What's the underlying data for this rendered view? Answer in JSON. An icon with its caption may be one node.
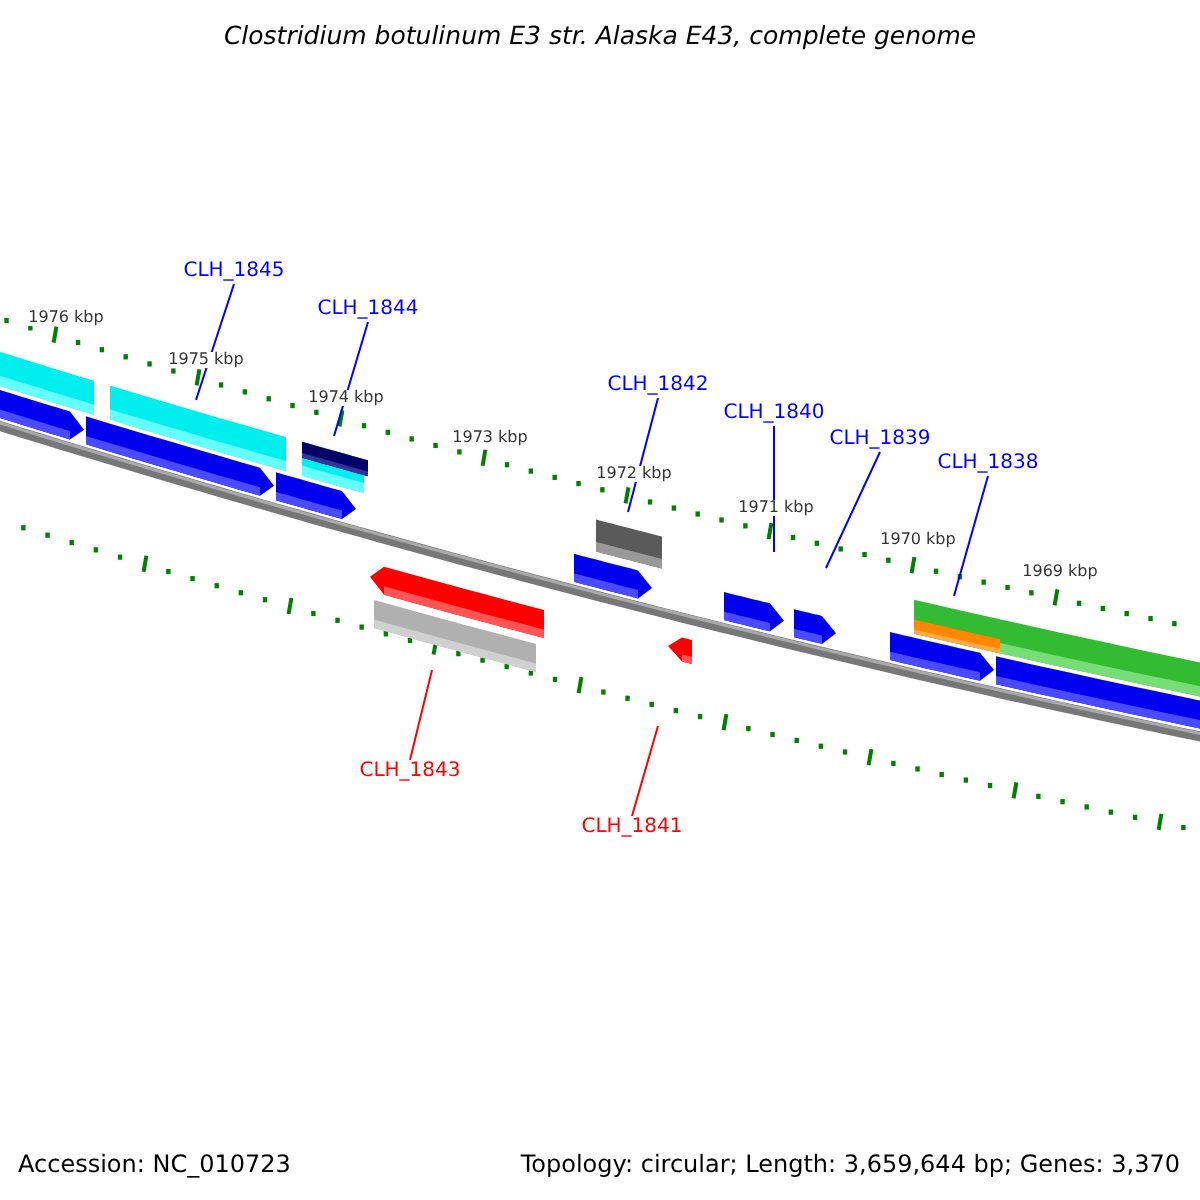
{
  "diagram": {
    "title": "Clostridium botulinum E3 str. Alaska E43, complete genome",
    "nodes": [
      {
        "text": [
          "CLH_1845"
        ]
      },
      {
        "text": [
          "CLH_1844"
        ]
      },
      {
        "text": [
          "CLH_1842"
        ]
      },
      {
        "text": [
          "CLH_1840"
        ]
      },
      {
        "text": [
          "CLH_1839"
        ]
      },
      {
        "text": [
          "CLH_1838"
        ]
      },
      {
        "text": [
          "CLH_1843"
        ]
      },
      {
        "text": [
          "CLH_1841"
        ]
      }
    ],
    "edges": [
      {
        "from": 0,
        "to": null,
        "arrow": "none"
      },
      {
        "from": 1,
        "to": null,
        "arrow": "none"
      },
      {
        "from": 2,
        "to": null,
        "arrow": "none"
      },
      {
        "from": 3,
        "to": null,
        "arrow": "none"
      },
      {
        "from": 4,
        "to": null,
        "arrow": "none"
      },
      {
        "from": 5,
        "to": null,
        "arrow": "none"
      },
      {
        "from": 6,
        "to": null,
        "arrow": "none",
        "color": "#ff0000"
      },
      {
        "from": 7,
        "to": null,
        "arrow": "none",
        "color": "#ff0000"
      }
    ],
    "labels": [
      "1976 kbp",
      "1975 kbp",
      "1974 kbp",
      "1973 kbp",
      "1972 kbp",
      "1971 kbp",
      "1970 kbp",
      "1969 kbp",
      "Accession: NC_010723",
      "Topology: circular; Length: 3,659,644 bp; Genes: 3,370"
    ]
  }
}
